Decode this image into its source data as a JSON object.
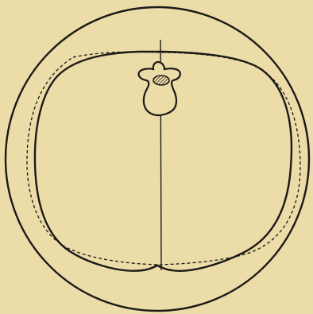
{
  "figure": {
    "background_color": "#ecdca8",
    "ink_color": "#1c1a17",
    "elements": [
      "outer-ring",
      "inner-solid-outline",
      "dashed-outline",
      "vertebra-icon",
      "hatched-centrum",
      "midline"
    ]
  }
}
